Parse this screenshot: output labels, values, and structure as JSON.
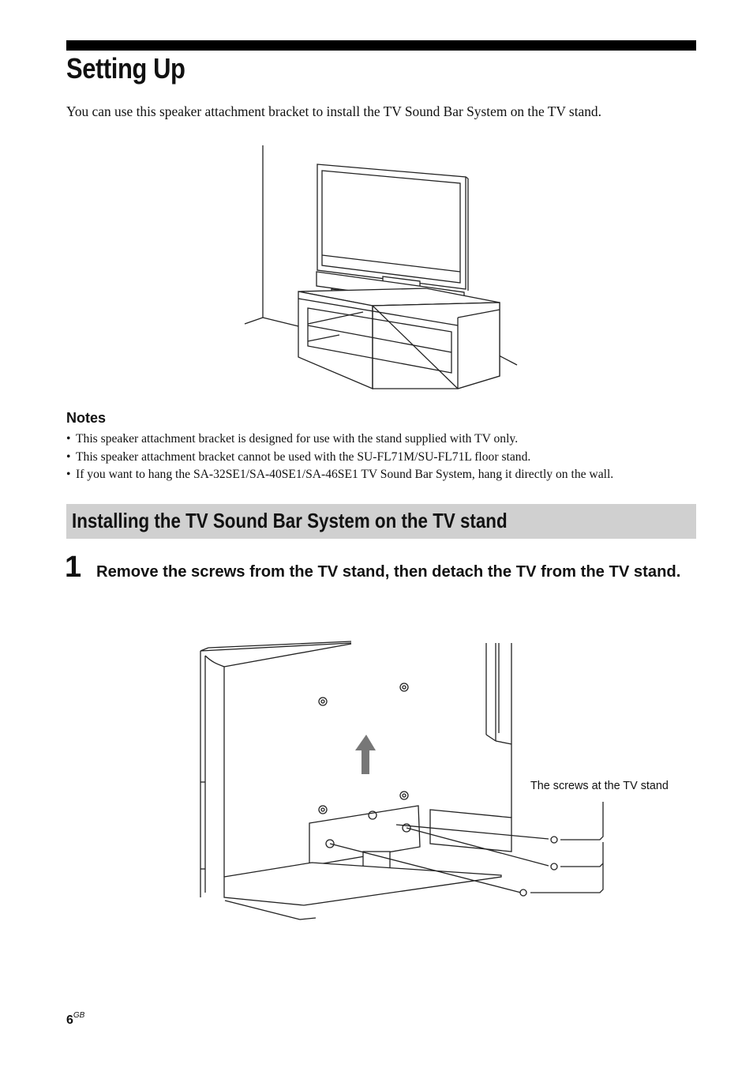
{
  "page": {
    "title": "Setting Up",
    "intro": "You can use this speaker attachment bracket to install the TV Sound Bar System on the TV stand."
  },
  "notes": {
    "heading": "Notes",
    "bullet": "•",
    "items": [
      "This speaker attachment bracket is designed for use with the stand supplied with TV only.",
      "This speaker attachment bracket cannot be used with the SU-FL71M/SU-FL71L floor stand.",
      "If you want to hang the SA-32SE1/SA-40SE1/SA-46SE1 TV Sound Bar System, hang it directly on the wall."
    ]
  },
  "section": {
    "title": "Installing the TV Sound Bar System on the TV stand"
  },
  "step1": {
    "number": "1",
    "text": "Remove the screws from the TV stand, then detach the TV from the TV stand."
  },
  "figure2": {
    "callout": "The screws at the TV stand"
  },
  "footer": {
    "page_number": "6",
    "page_suffix": "GB"
  }
}
